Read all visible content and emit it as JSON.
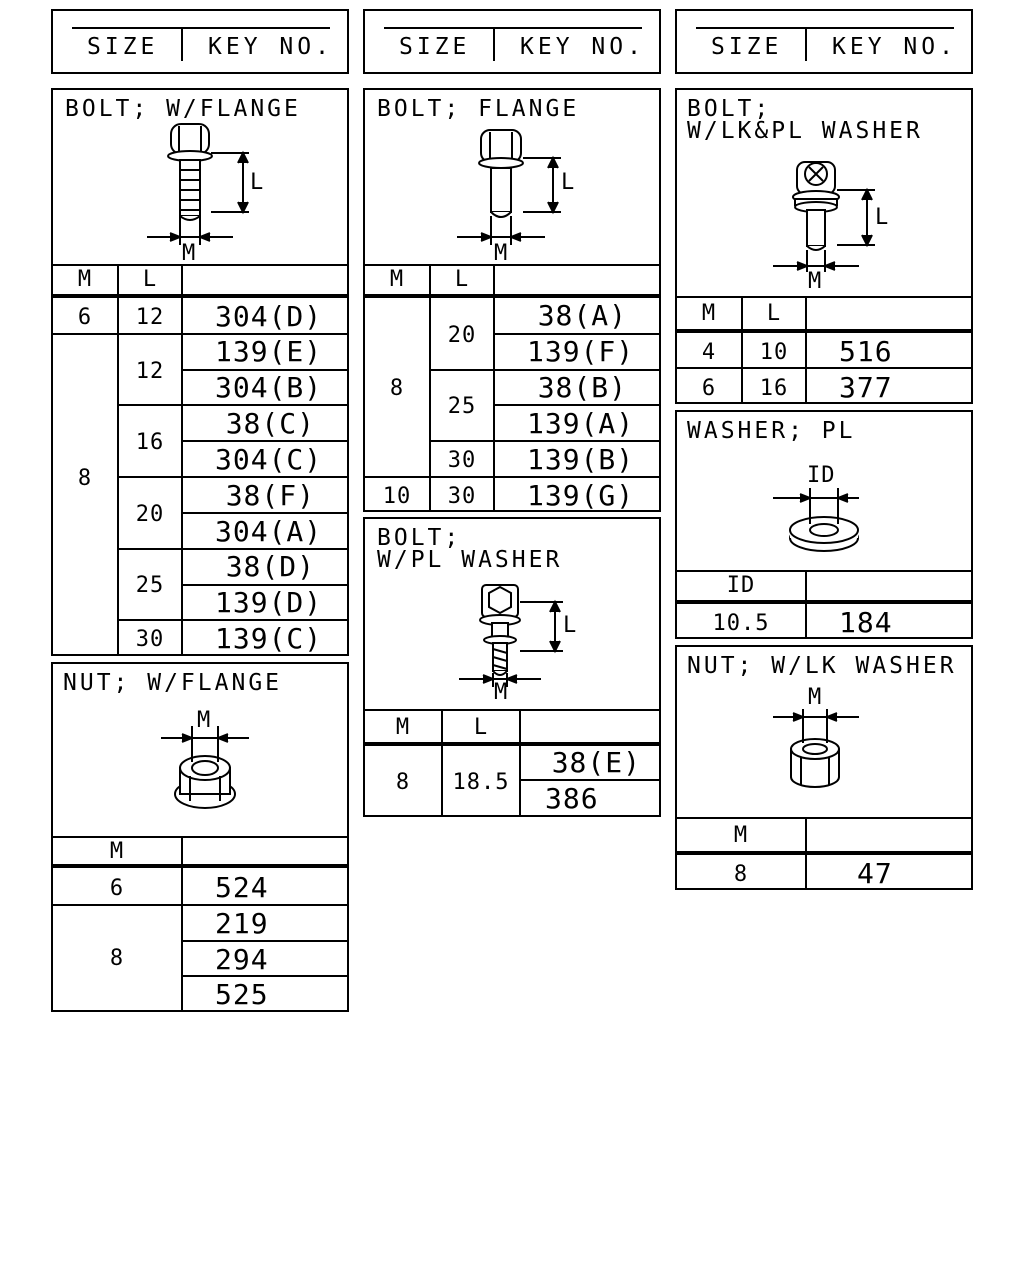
{
  "header": {
    "size_label": "SIZE",
    "key_label": "KEY NO."
  },
  "col1": {
    "bolt_flange": {
      "title": "BOLT; W/FLANGE",
      "dim_m": "M",
      "dim_l": "L",
      "col_m": "M",
      "col_l": "L",
      "rows": [
        {
          "m": "6",
          "l": "12",
          "key": "304(D)"
        },
        {
          "m": "8",
          "l": "12",
          "key": "139(E)"
        },
        {
          "key": "304(B)"
        },
        {
          "l": "16",
          "key": "38(C)"
        },
        {
          "key": "304(C)"
        },
        {
          "l": "20",
          "key": "38(F)"
        },
        {
          "key": "304(A)"
        },
        {
          "l": "25",
          "key": "38(D)"
        },
        {
          "key": "139(D)"
        },
        {
          "l": "30",
          "key": "139(C)"
        }
      ]
    },
    "nut_flange": {
      "title": "NUT; W/FLANGE",
      "dim_m": "M",
      "col_m": "M",
      "rows": [
        {
          "m": "6",
          "key": "524"
        },
        {
          "m": "8",
          "key": "219"
        },
        {
          "key": "294"
        },
        {
          "key": "525"
        }
      ]
    }
  },
  "col2": {
    "bolt_flange": {
      "title": "BOLT; FLANGE",
      "dim_m": "M",
      "dim_l": "L",
      "col_m": "M",
      "col_l": "L",
      "rows": [
        {
          "m": "8",
          "l": "20",
          "key": "38(A)"
        },
        {
          "key": "139(F)"
        },
        {
          "l": "25",
          "key": "38(B)"
        },
        {
          "key": "139(A)"
        },
        {
          "l": "30",
          "key": "139(B)"
        },
        {
          "m": "10",
          "l": "30",
          "key": "139(G)"
        }
      ]
    },
    "bolt_pl_washer": {
      "title1": "BOLT;",
      "title2": "W/PL WASHER",
      "dim_m": "M",
      "dim_l": "L",
      "col_m": "M",
      "col_l": "L",
      "rows": [
        {
          "m": "8",
          "l": "18.5",
          "key": "38(E)"
        },
        {
          "key": "386"
        }
      ]
    }
  },
  "col3": {
    "bolt_lk_pl": {
      "title1": "BOLT;",
      "title2": "W/LK&PL WASHER",
      "dim_m": "M",
      "dim_l": "L",
      "col_m": "M",
      "col_l": "L",
      "rows": [
        {
          "m": "4",
          "l": "10",
          "key": "516"
        },
        {
          "m": "6",
          "l": "16",
          "key": "377"
        }
      ]
    },
    "washer_pl": {
      "title": "WASHER; PL",
      "dim_id": "ID",
      "col_id": "ID",
      "rows": [
        {
          "id": "10.5",
          "key": "184"
        }
      ]
    },
    "nut_lk": {
      "title": "NUT; W/LK WASHER",
      "dim_m": "M",
      "col_m": "M",
      "rows": [
        {
          "m": "8",
          "key": "47"
        }
      ]
    }
  }
}
